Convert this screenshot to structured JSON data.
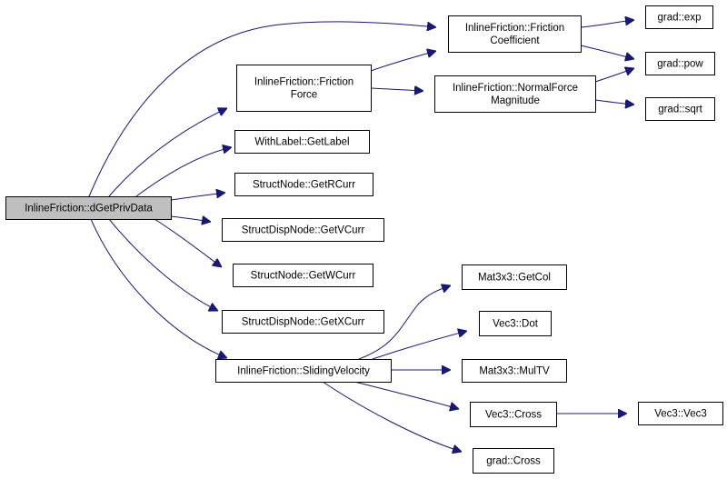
{
  "colors": {
    "edge": "#191970",
    "root_fill": "#bfbfbf",
    "node_fill": "#ffffff",
    "node_border": "#000000"
  },
  "nodes": [
    {
      "id": "dgetprivdata",
      "lines": [
        "InlineFriction::dGetPrivData"
      ],
      "root": true
    },
    {
      "id": "frictionforce",
      "lines": [
        "InlineFriction::Friction",
        "Force"
      ]
    },
    {
      "id": "frictioncoefficient",
      "lines": [
        "InlineFriction::Friction",
        "Coefficient"
      ]
    },
    {
      "id": "normalforcemagnitude",
      "lines": [
        "InlineFriction::NormalForce",
        "Magnitude"
      ]
    },
    {
      "id": "grad-exp",
      "lines": [
        "grad::exp"
      ]
    },
    {
      "id": "grad-pow",
      "lines": [
        "grad::pow"
      ]
    },
    {
      "id": "grad-sqrt",
      "lines": [
        "grad::sqrt"
      ]
    },
    {
      "id": "getlabel",
      "lines": [
        "WithLabel::GetLabel"
      ]
    },
    {
      "id": "getrcurr",
      "lines": [
        "StructNode::GetRCurr"
      ]
    },
    {
      "id": "getvcurr",
      "lines": [
        "StructDispNode::GetVCurr"
      ]
    },
    {
      "id": "getwcurr",
      "lines": [
        "StructNode::GetWCurr"
      ]
    },
    {
      "id": "getxcurr",
      "lines": [
        "StructDispNode::GetXCurr"
      ]
    },
    {
      "id": "slidingvelocity",
      "lines": [
        "InlineFriction::SlidingVelocity"
      ]
    },
    {
      "id": "getcol",
      "lines": [
        "Mat3x3::GetCol"
      ]
    },
    {
      "id": "dot",
      "lines": [
        "Vec3::Dot"
      ]
    },
    {
      "id": "multv",
      "lines": [
        "Mat3x3::MulTV"
      ]
    },
    {
      "id": "vec3-cross",
      "lines": [
        "Vec3::Cross"
      ]
    },
    {
      "id": "vec3-vec3",
      "lines": [
        "Vec3::Vec3"
      ]
    },
    {
      "id": "grad-cross",
      "lines": [
        "grad::Cross"
      ]
    }
  ],
  "edges": [
    {
      "from": "dgetprivdata",
      "to": "frictioncoefficient"
    },
    {
      "from": "dgetprivdata",
      "to": "frictionforce"
    },
    {
      "from": "dgetprivdata",
      "to": "getlabel"
    },
    {
      "from": "dgetprivdata",
      "to": "getrcurr"
    },
    {
      "from": "dgetprivdata",
      "to": "getvcurr"
    },
    {
      "from": "dgetprivdata",
      "to": "getwcurr"
    },
    {
      "from": "dgetprivdata",
      "to": "getxcurr"
    },
    {
      "from": "dgetprivdata",
      "to": "slidingvelocity"
    },
    {
      "from": "frictionforce",
      "to": "frictioncoefficient"
    },
    {
      "from": "frictionforce",
      "to": "normalforcemagnitude"
    },
    {
      "from": "frictioncoefficient",
      "to": "grad-exp"
    },
    {
      "from": "frictioncoefficient",
      "to": "grad-pow"
    },
    {
      "from": "normalforcemagnitude",
      "to": "grad-pow"
    },
    {
      "from": "normalforcemagnitude",
      "to": "grad-sqrt"
    },
    {
      "from": "slidingvelocity",
      "to": "getcol"
    },
    {
      "from": "slidingvelocity",
      "to": "dot"
    },
    {
      "from": "slidingvelocity",
      "to": "multv"
    },
    {
      "from": "slidingvelocity",
      "to": "vec3-cross"
    },
    {
      "from": "slidingvelocity",
      "to": "grad-cross"
    },
    {
      "from": "vec3-cross",
      "to": "vec3-vec3"
    }
  ]
}
